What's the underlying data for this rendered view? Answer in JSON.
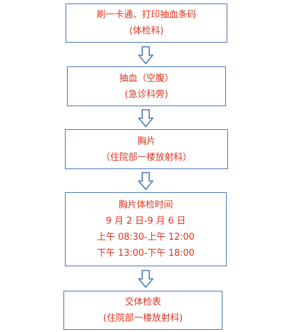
{
  "steps": [
    {
      "lines": [
        "刷一卡通、打印抽血条码",
        "(体检科)"
      ]
    },
    {
      "lines": [
        "抽血（空腹）",
        "(急诊科旁)"
      ]
    },
    {
      "lines": [
        "胸片",
        "（住院部一楼放射科）"
      ]
    },
    {
      "lines": [
        "胸片体检时间",
        "9 月 2 日-9 月 6 日",
        "上午 08:30-上午 12:00",
        "下午 13:00-下午 18:00"
      ]
    },
    {
      "lines": [
        "交体检表",
        "(住院部一楼放射科)"
      ]
    }
  ],
  "colors": {
    "text": "#d9341f",
    "border": "#4a77b5",
    "arrow_stroke": "#4a77b5",
    "arrow_fill": "#ffffff"
  },
  "icons": {
    "arrow": "down-arrow-icon"
  }
}
